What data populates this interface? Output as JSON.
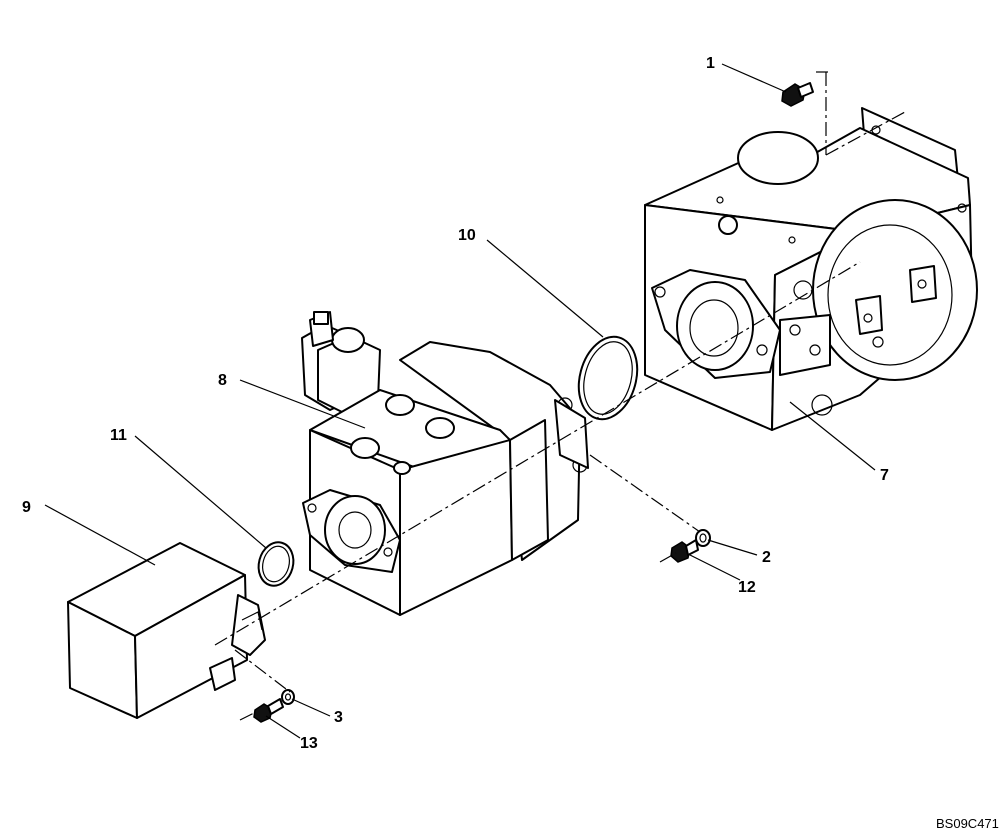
{
  "callouts": {
    "c1": "1",
    "c2": "2",
    "c3": "3",
    "c7": "7",
    "c8": "8",
    "c9": "9",
    "c10": "10",
    "c11": "11",
    "c12": "12",
    "c13": "13"
  },
  "drawing_code": "BS09C471"
}
